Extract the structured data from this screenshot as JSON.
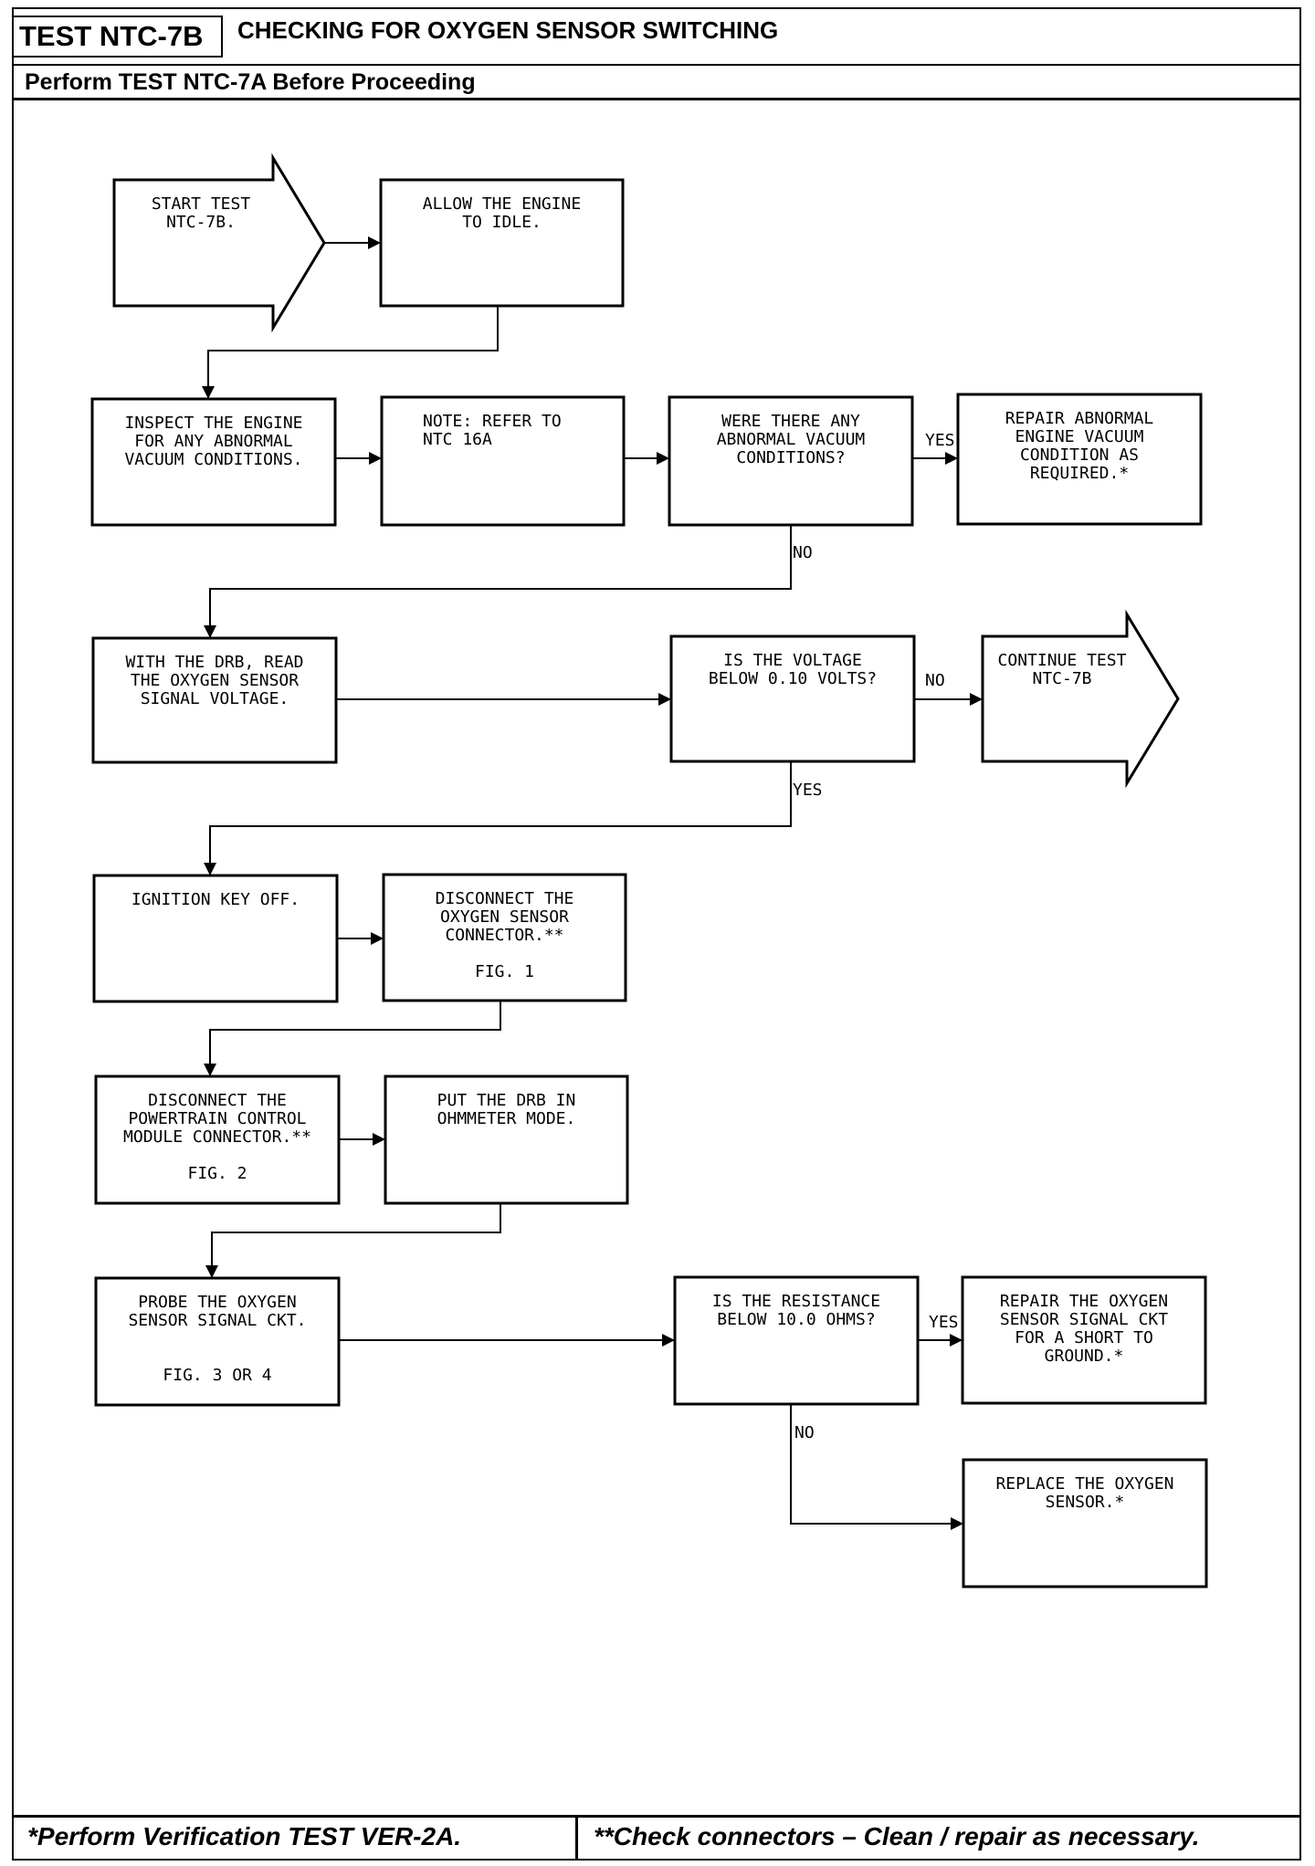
{
  "header": {
    "test_id": "TEST NTC-7B",
    "title": "CHECKING FOR OXYGEN SENSOR SWITCHING",
    "subtitle": "Perform TEST NTC-7A Before Proceeding"
  },
  "footer": {
    "left": "*Perform Verification TEST VER-2A.",
    "right": "**Check connectors – Clean / repair as necessary."
  },
  "nodes": {
    "start": [
      "START TEST",
      "NTC-7B."
    ],
    "idle": [
      "ALLOW THE ENGINE",
      "TO IDLE."
    ],
    "inspect": [
      "INSPECT THE ENGINE",
      "FOR ANY ABNORMAL",
      "VACUUM CONDITIONS."
    ],
    "note": [
      "NOTE: REFER TO",
      "NTC 16A"
    ],
    "abnormal_q": [
      "WERE THERE ANY",
      "ABNORMAL VACUUM",
      "CONDITIONS?"
    ],
    "repair_vac": [
      "REPAIR ABNORMAL",
      "ENGINE VACUUM",
      "CONDITION AS",
      "REQUIRED.*"
    ],
    "read_volt": [
      "WITH THE DRB, READ",
      "THE OXYGEN SENSOR",
      "SIGNAL VOLTAGE."
    ],
    "volt_q": [
      "IS THE VOLTAGE",
      "BELOW 0.10 VOLTS?"
    ],
    "continue": [
      "CONTINUE TEST",
      "NTC-7B"
    ],
    "ign_off": [
      "IGNITION KEY OFF."
    ],
    "disc_o2": [
      "DISCONNECT THE",
      "OXYGEN SENSOR",
      "CONNECTOR.**",
      "",
      "FIG. 1"
    ],
    "disc_pcm": [
      "DISCONNECT THE",
      "POWERTRAIN CONTROL",
      "MODULE CONNECTOR.**",
      "",
      "FIG. 2"
    ],
    "ohm": [
      "PUT THE DRB IN",
      "OHMMETER MODE."
    ],
    "probe": [
      "PROBE THE OXYGEN",
      "SENSOR SIGNAL CKT.",
      "",
      "",
      "FIG. 3 OR 4"
    ],
    "res_q": [
      "IS THE RESISTANCE",
      "BELOW 10.0 OHMS?"
    ],
    "repair_short": [
      "REPAIR THE OXYGEN",
      "SENSOR SIGNAL CKT",
      "FOR A SHORT TO",
      "GROUND.*"
    ],
    "replace": [
      "REPLACE THE OXYGEN",
      "SENSOR.*"
    ]
  },
  "branch_labels": {
    "yes": "YES",
    "no": "NO"
  }
}
